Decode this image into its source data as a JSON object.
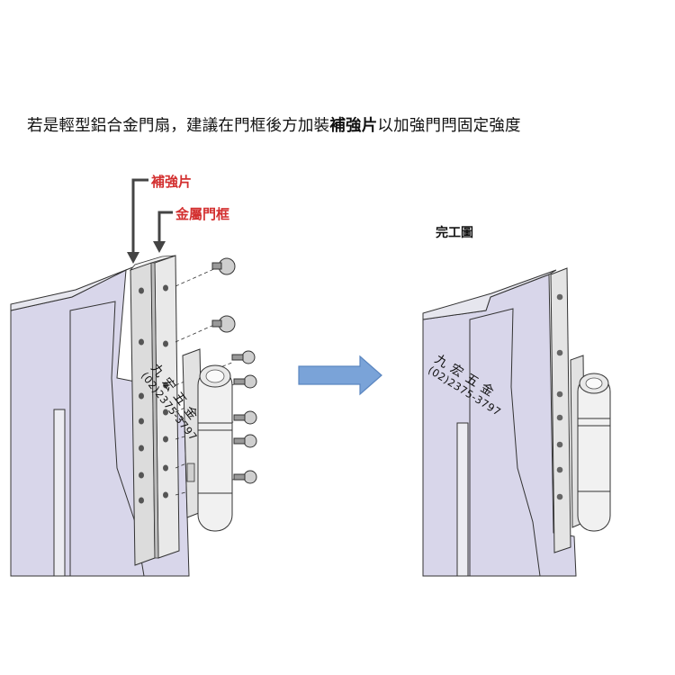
{
  "caption": {
    "part1": "若是輕型鋁合金門扇，建議在門框後方加裝",
    "bold": "補強片",
    "part2": "以加強門閂固定強度"
  },
  "labels": {
    "reinforcement_plate": "補強片",
    "metal_frame": "金屬門框",
    "completed": "完工圖"
  },
  "watermark": {
    "name": "九宏五金",
    "phone": "(02)2375-3797"
  },
  "colors": {
    "label_red": "#d32f2f",
    "door_panel": "#d8d6ea",
    "arrow": "#7aa3d8"
  }
}
